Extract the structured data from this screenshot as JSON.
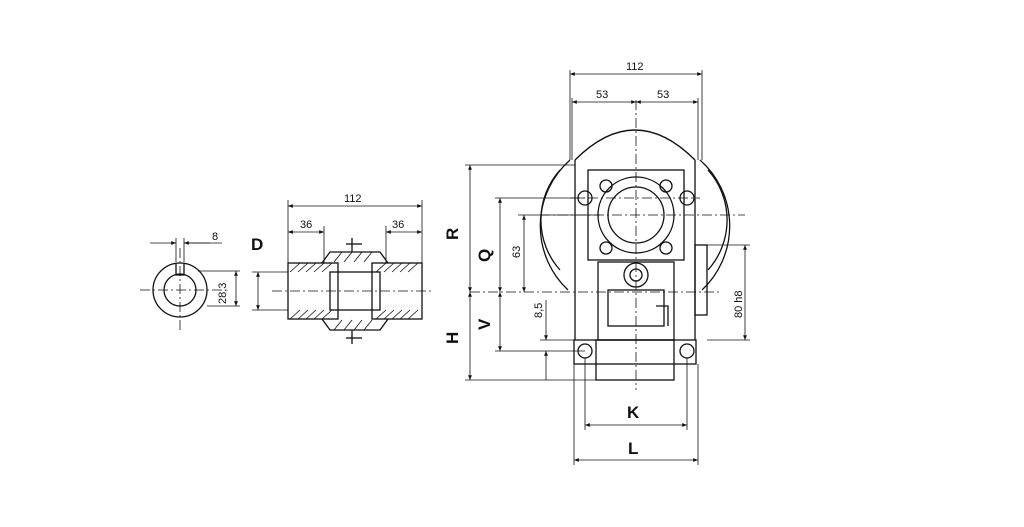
{
  "key_view": {
    "key_width": "8",
    "height": "28,3"
  },
  "shaft_view": {
    "total_length": "112",
    "left_length": "36",
    "right_length": "36",
    "diameter_label": "D"
  },
  "gearbox_view": {
    "total_width": "112",
    "half_left": "53",
    "half_right": "53",
    "upper_height": "63",
    "lower_offset": "8,5",
    "pilot_diameter": "80 h8",
    "letters": {
      "R": "R",
      "Q": "Q",
      "H": "H",
      "V": "V",
      "K": "K",
      "L": "L"
    }
  }
}
